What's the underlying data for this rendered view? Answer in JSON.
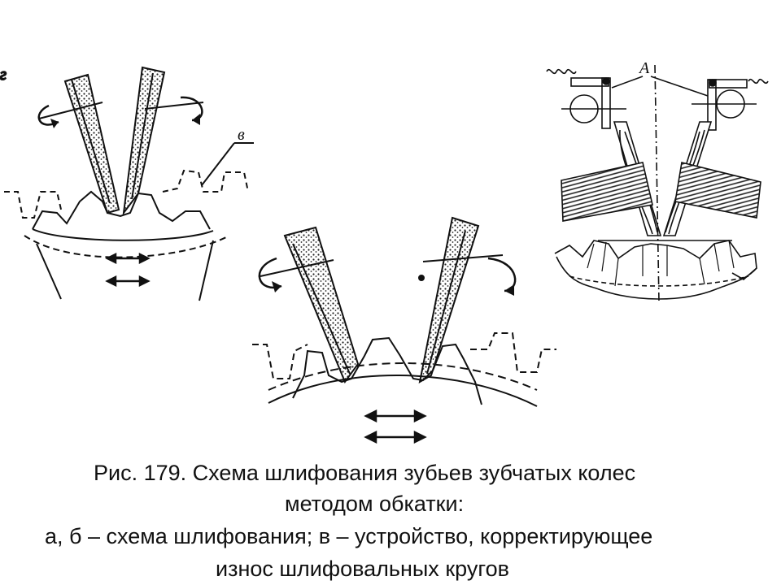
{
  "labels": {
    "panel_a_partial": "г",
    "panel_v": "в",
    "label_A": "A"
  },
  "caption": {
    "line1": "Рис. 179. Схема шлифования зубьев зубчатых колес",
    "line2": "методом обкатки:",
    "line3": "а, б – схема шлифования; в – устройство, корректирующее",
    "line4": "износ шлифовальных кругов"
  }
}
